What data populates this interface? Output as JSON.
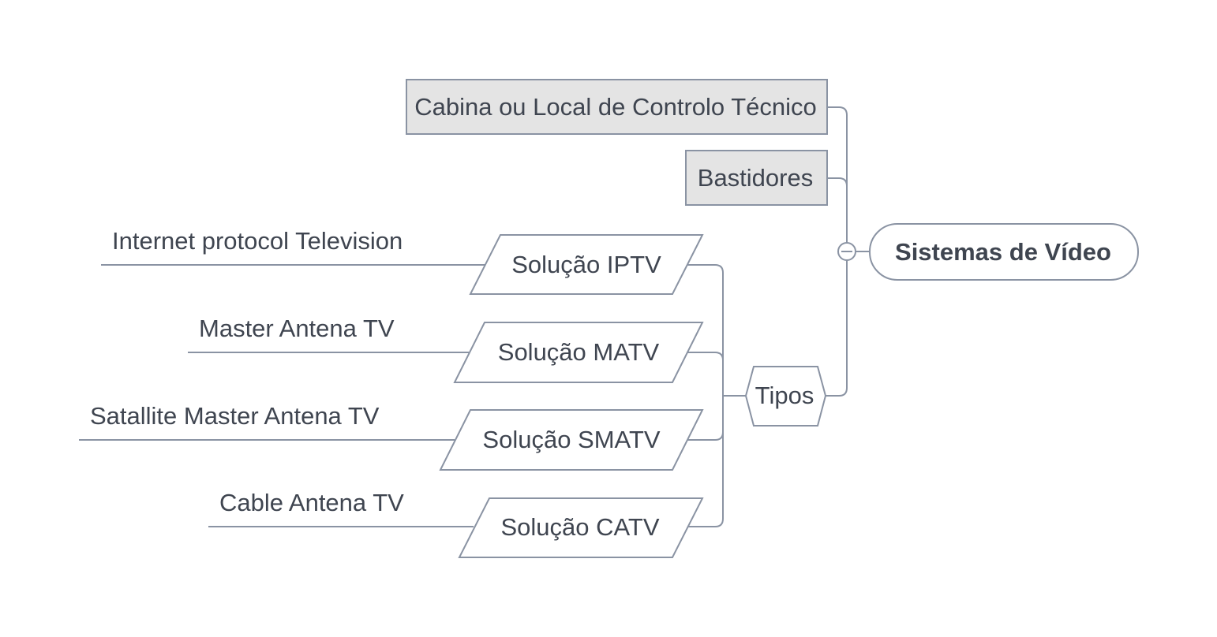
{
  "root": {
    "label": "Sistemas de Vídeo"
  },
  "branches": {
    "cabina": {
      "label": "Cabina ou Local de Controlo Técnico"
    },
    "bastidores": {
      "label": "Bastidores"
    },
    "tipos": {
      "label": "Tipos",
      "children": [
        {
          "label": "Solução IPTV",
          "note": "Internet protocol Television"
        },
        {
          "label": "Solução MATV",
          "note": "Master Antena TV"
        },
        {
          "label": "Solução SMATV",
          "note": "Satallite Master Antena TV"
        },
        {
          "label": "Solução CATV",
          "note": "Cable Antena TV"
        }
      ]
    }
  },
  "colors": {
    "line": "#8a93a3",
    "text": "#3f4550",
    "box_fill": "#e4e4e4",
    "background": "#ffffff"
  }
}
